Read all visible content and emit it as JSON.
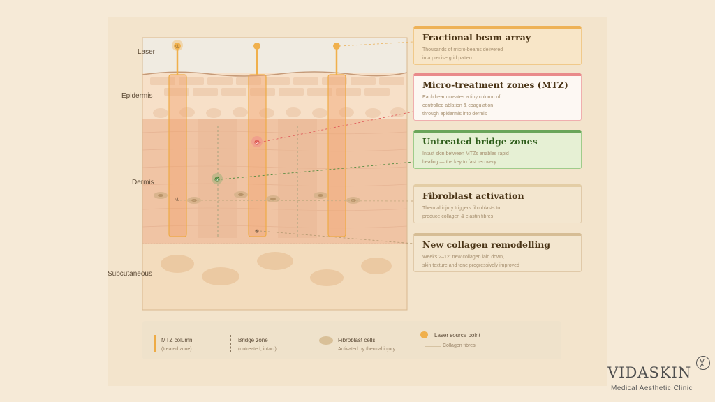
{
  "layers": {
    "laser": "Laser",
    "epidermis": "Epidermis",
    "dermis": "Dermis",
    "subcutaneous": "Subcutaneous"
  },
  "markers": [
    "①",
    "②",
    "③",
    "④",
    "⑤"
  ],
  "cards": [
    {
      "title": "Fractional beam array",
      "lines": [
        "Thousands of micro-beams delivered",
        "in a precise grid pattern"
      ]
    },
    {
      "title": "Micro-treatment zones (MTZ)",
      "lines": [
        "Each beam creates a tiny column of",
        "controlled ablation & coagulation",
        "through epidermis into dermis"
      ]
    },
    {
      "title": "Untreated bridge zones",
      "lines": [
        "Intact skin between MTZs enables rapid",
        "healing — the key to fast recovery"
      ]
    },
    {
      "title": "Fibroblast activation",
      "lines": [
        "Thermal injury triggers fibroblasts to",
        "produce collagen & elastin fibres"
      ]
    },
    {
      "title": "New collagen remodelling",
      "lines": [
        "Weeks 2–12: new collagen laid down,",
        "skin texture and tone progressively improved"
      ]
    }
  ],
  "legend": {
    "mtz_label": "MTZ column",
    "mtz_sub": "(treated zone)",
    "bridge_label": "Bridge zone",
    "bridge_sub": "(untreated, intact)",
    "fibro_label": "Fibroblast cells",
    "fibro_sub": "Activated by thermal injury",
    "laser_label": "Laser source point",
    "collagen_label": "Collagen fibres"
  },
  "brand": {
    "name": "VIDASKIN",
    "tagline": "Medical Aesthetic Clinic"
  },
  "colors": {
    "laser": "#f0b04c",
    "mtz_column": "#eeab45",
    "mtz_highlight": "#e05a5a",
    "bridge_highlight": "#4f8a3c",
    "dermis": "#f0c3a3",
    "epidermis": "#f7ddc4",
    "subcutaneous": "#f3dcbc"
  }
}
